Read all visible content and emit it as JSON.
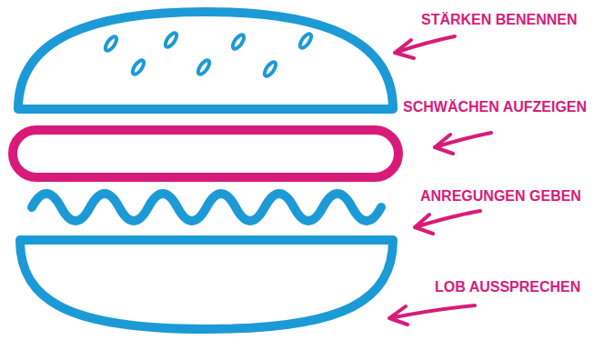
{
  "diagram": {
    "labels": [
      "STÄRKEN BENENNEN",
      "SCHWÄCHEN AUFZEIGEN",
      "ANREGUNGEN GEBEN",
      "LOB AUSSPRECHEN"
    ]
  }
}
